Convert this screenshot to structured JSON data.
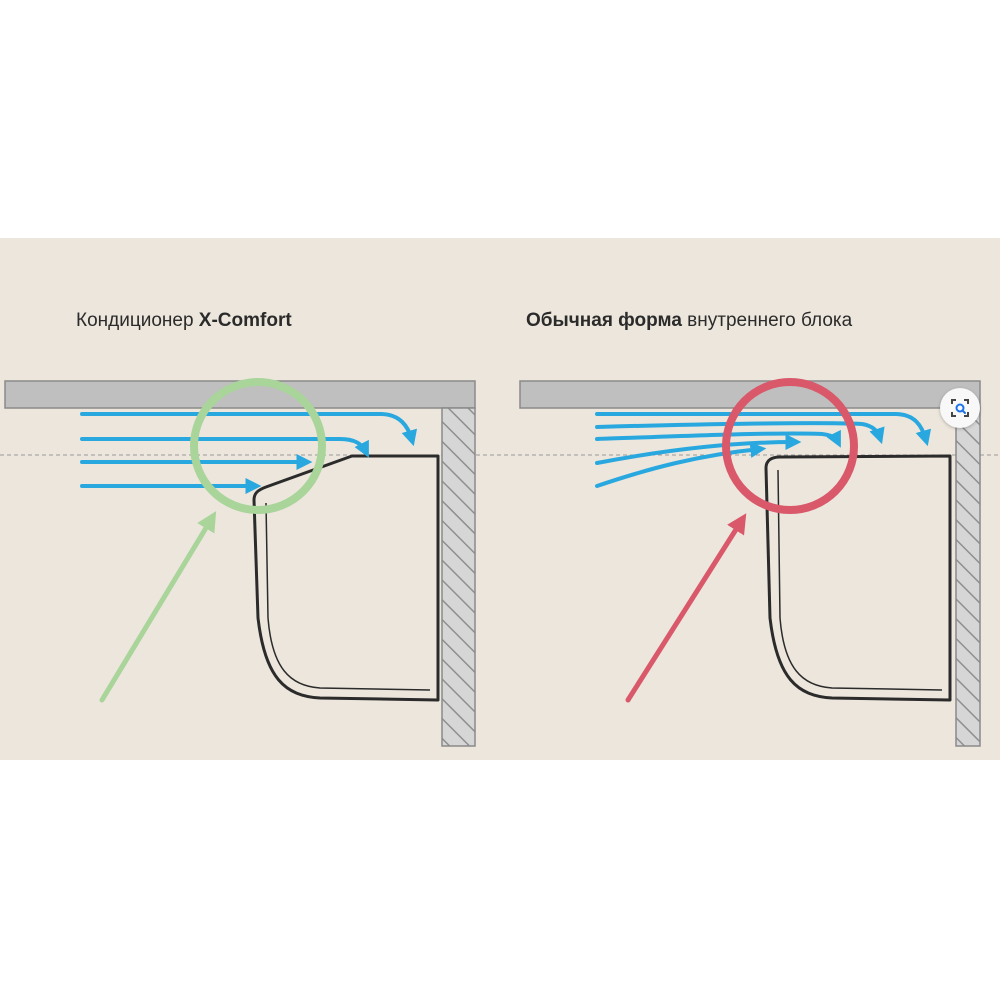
{
  "diagrams": [
    {
      "id": "left",
      "title_regular_prefix": "Кондиционер ",
      "title_bold": "X-Comfort",
      "title_regular_suffix": "",
      "highlight_color": "#a9d49a"
    },
    {
      "id": "right",
      "title_regular_prefix": "",
      "title_bold": "Обычная форма",
      "title_regular_suffix": " внутреннего блока",
      "highlight_color": "#d9586a"
    }
  ],
  "colors": {
    "background": "#ece6dc",
    "airflow": "#29a8e0",
    "ceiling": "#bfbfbf",
    "wall_hatch": "#9a9a9a",
    "unit_outline": "#2b2b2b"
  },
  "icons": {
    "lens": "lens-search-icon"
  }
}
